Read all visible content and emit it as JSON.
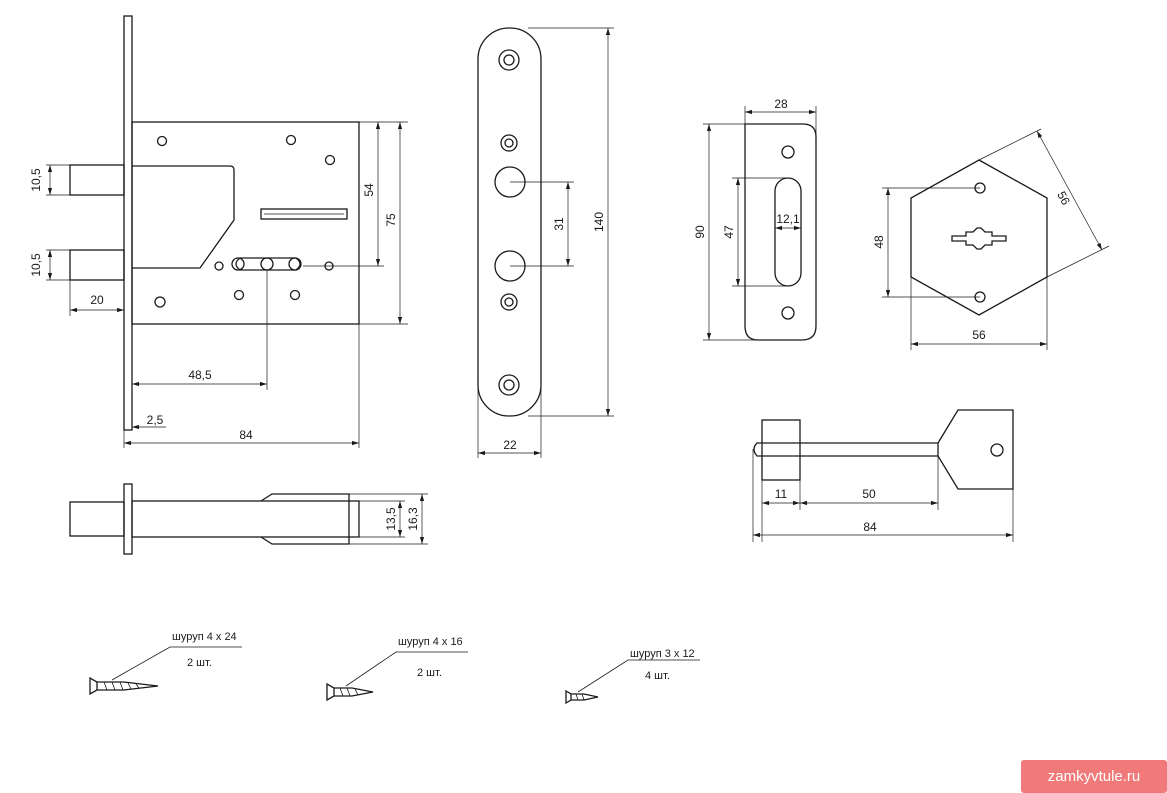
{
  "lock": {
    "dims": {
      "bolt_height_top": "10,5",
      "bolt_height_bottom": "10,5",
      "bolt_throw": "20",
      "backset": "48,5",
      "faceplate_thickness": "2,5",
      "body_width": "84",
      "spindle_height": "54",
      "body_height": "75"
    }
  },
  "faceplate": {
    "dims": {
      "height": "140",
      "width": "22",
      "center_distance": "31"
    }
  },
  "side_view": {
    "dims": {
      "inner_thickness": "13,5",
      "outer_thickness": "16,3"
    }
  },
  "strike": {
    "dims": {
      "width": "28",
      "height": "90",
      "slot_height": "47",
      "slot_width": "12,1"
    }
  },
  "escutcheon": {
    "dims": {
      "hole_distance": "48",
      "width": "56",
      "diagonal": "56"
    }
  },
  "key": {
    "dims": {
      "tip": "11",
      "shank": "50",
      "total": "84"
    }
  },
  "screws": [
    {
      "label": "шуруп 4 х 24",
      "qty": "2 шт."
    },
    {
      "label": "шуруп 4 х 16",
      "qty": "2 шт."
    },
    {
      "label": "шуруп 3 х 12",
      "qty": "4 шт."
    }
  ],
  "watermark": "zamkyvtule.ru"
}
